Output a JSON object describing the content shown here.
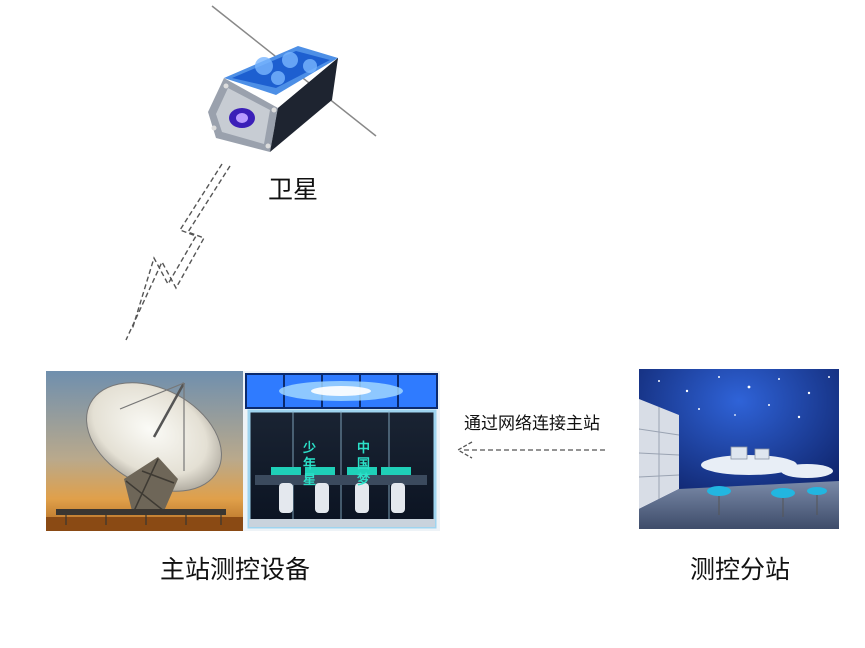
{
  "labels": {
    "satellite": "卫星",
    "main_station": "主站测控设备",
    "sub_station": "测控分站",
    "link": "通过网络连接主站"
  },
  "screen_text": {
    "left_panel": "少年星",
    "right_panel": "中国梦"
  },
  "icons": {
    "satellite": "satellite-icon",
    "dish": "satellite-dish-icon",
    "control_room": "control-room-icon",
    "sub_station_room": "sub-station-room-icon"
  },
  "colors": {
    "text": "#111111",
    "dash": "#555555",
    "panel_blue": "#1a6fe0"
  }
}
